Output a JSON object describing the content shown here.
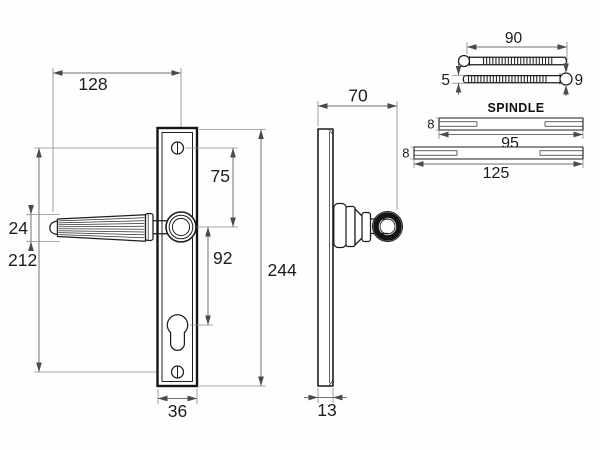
{
  "front_view": {
    "dims": {
      "lever_length": "128",
      "screw_to_handle_centre": "75",
      "grip_diameter": "24",
      "fixing_centres": "212",
      "handle_to_cylinder": "92",
      "plate_height": "244",
      "plate_width": "36"
    }
  },
  "side_view": {
    "dims": {
      "projection": "70",
      "plate_thickness": "13"
    }
  },
  "fixings": {
    "screws": {
      "length": "90",
      "shank_diameter": "5",
      "head_diameter": "9"
    },
    "spindle": {
      "label": "SPINDLE",
      "bars": [
        {
          "section": "8",
          "length": "95"
        },
        {
          "section": "8",
          "length": "125"
        }
      ]
    }
  }
}
